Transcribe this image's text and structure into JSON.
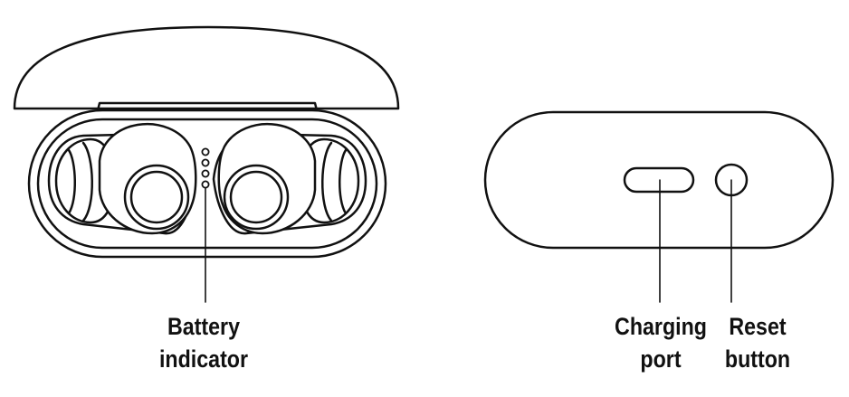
{
  "labels": {
    "battery_indicator": {
      "line1": "Battery",
      "line2": "indicator"
    },
    "charging_port": {
      "line1": "Charging",
      "line2": "port"
    },
    "reset_button": {
      "line1": "Reset",
      "line2": "button"
    }
  },
  "colors": {
    "stroke": "#111111",
    "background": "#ffffff"
  },
  "icons": {
    "case_open": "earbud-case-open-icon",
    "case_back": "earbud-case-back-icon"
  }
}
